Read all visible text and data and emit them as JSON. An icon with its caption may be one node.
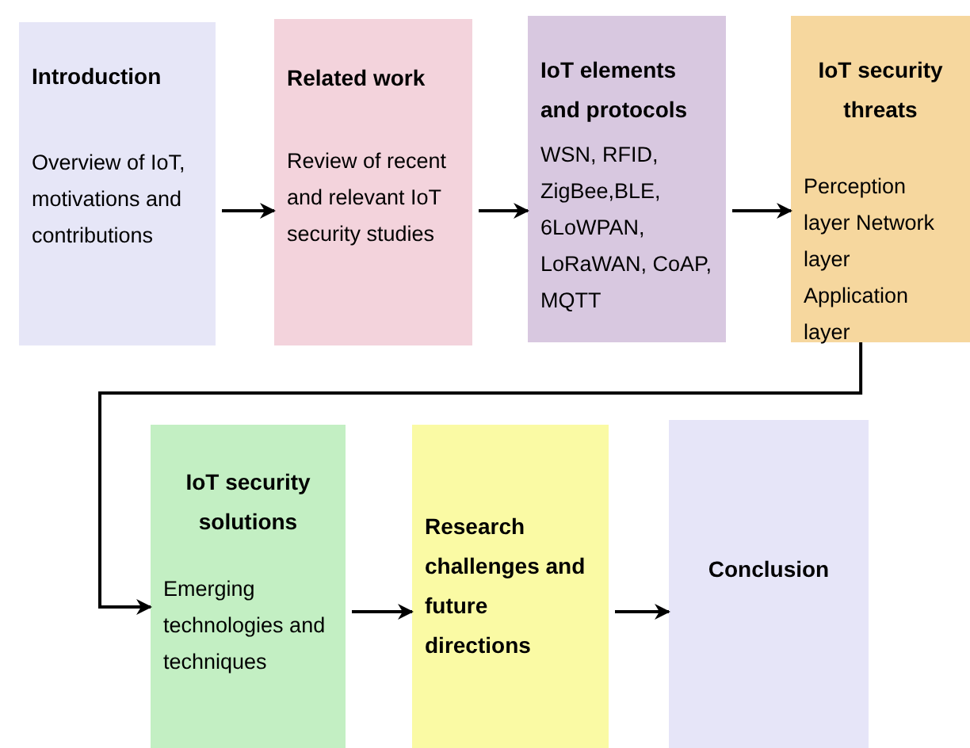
{
  "diagram": {
    "nodes": [
      {
        "text": [
          "Introduction",
          "Overview of IoT, motivations and contributions"
        ]
      },
      {
        "text": [
          "Related work",
          "Review of recent and relevant IoT security studies"
        ]
      },
      {
        "text": [
          "IoT elements and protocols",
          "WSN, RFID, ZigBee,BLE, 6LoWPAN, LoRaWAN, CoAP, MQTT"
        ]
      },
      {
        "text": [
          "IoT security threats",
          "Perception layer Network layer Application layer"
        ]
      },
      {
        "text": [
          "IoT security solutions",
          "Emerging technologies and techniques"
        ]
      },
      {
        "text": [
          "Research challenges and future directions"
        ]
      },
      {
        "text": [
          "Conclusion"
        ]
      }
    ],
    "edges": [
      {
        "from": 0,
        "to": 1,
        "arrow": "to"
      },
      {
        "from": 1,
        "to": 2,
        "arrow": "to"
      },
      {
        "from": 2,
        "to": 3,
        "arrow": "to"
      },
      {
        "from": 3,
        "to": 4,
        "arrow": "to"
      },
      {
        "from": 4,
        "to": 5,
        "arrow": "to"
      },
      {
        "from": 5,
        "to": 6,
        "arrow": "to"
      }
    ]
  }
}
